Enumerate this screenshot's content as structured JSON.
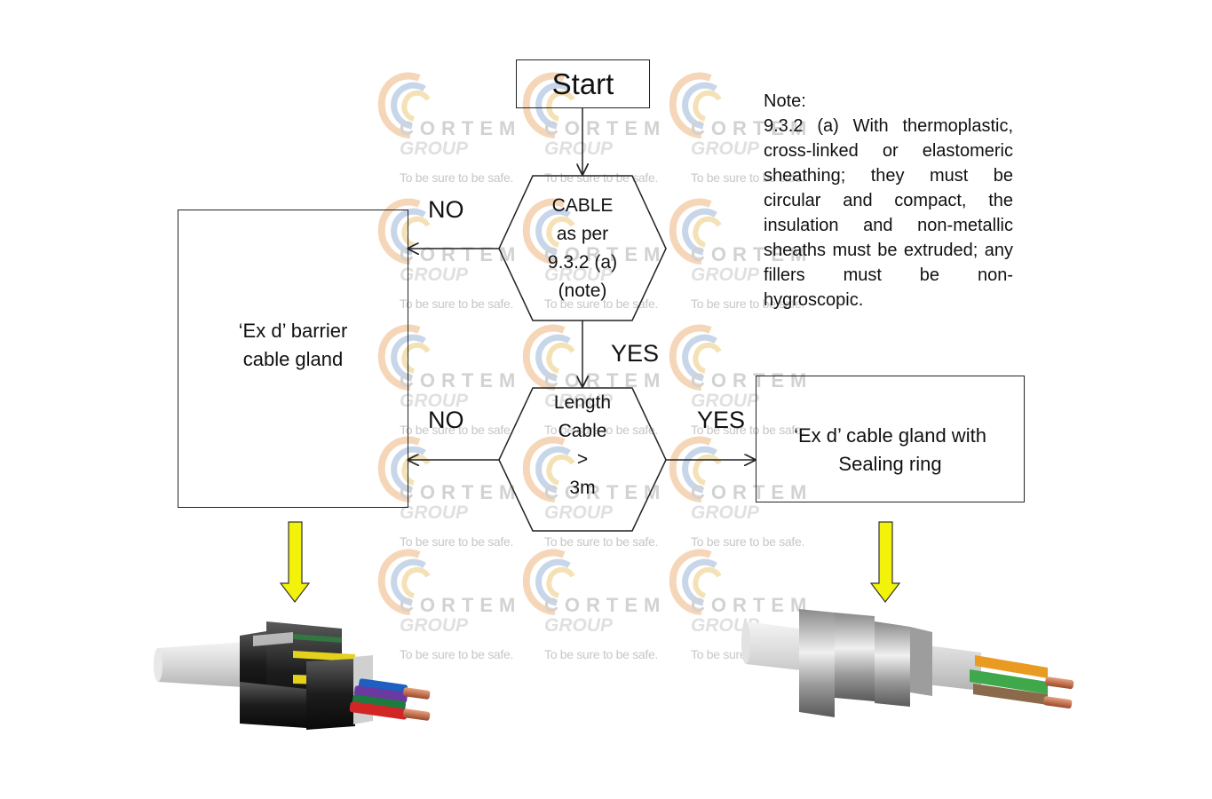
{
  "watermark": {
    "brand": "CORTEM",
    "group": "GROUP",
    "tagline": "To be sure to be safe."
  },
  "flowchart": {
    "start": "Start",
    "decision_cable": "CABLE\nas per\n9.3.2 (a)\n(note)",
    "decision_length": "Length\nCable\n>\n3m",
    "barrier_gland": "‘Ex d’ barrier\ncable gland",
    "sealing_gland": "‘Ex d’ cable gland with\nSealing ring",
    "no_label_1": "NO",
    "no_label_2": "NO",
    "yes_label_1": "YES",
    "yes_label_2": "YES"
  },
  "note": {
    "heading": "Note:",
    "body": "9.3.2 (a) With thermoplastic, cross-linked or elastomeric sheathing; they must be circular and compact, the insulation and non-metallic sheaths must be extruded; any fillers must be non-hygroscopic."
  },
  "colors": {
    "arrow_yellow": "#f2f20a",
    "line": "#222222",
    "watermark_gray": "#d2d2d2"
  }
}
